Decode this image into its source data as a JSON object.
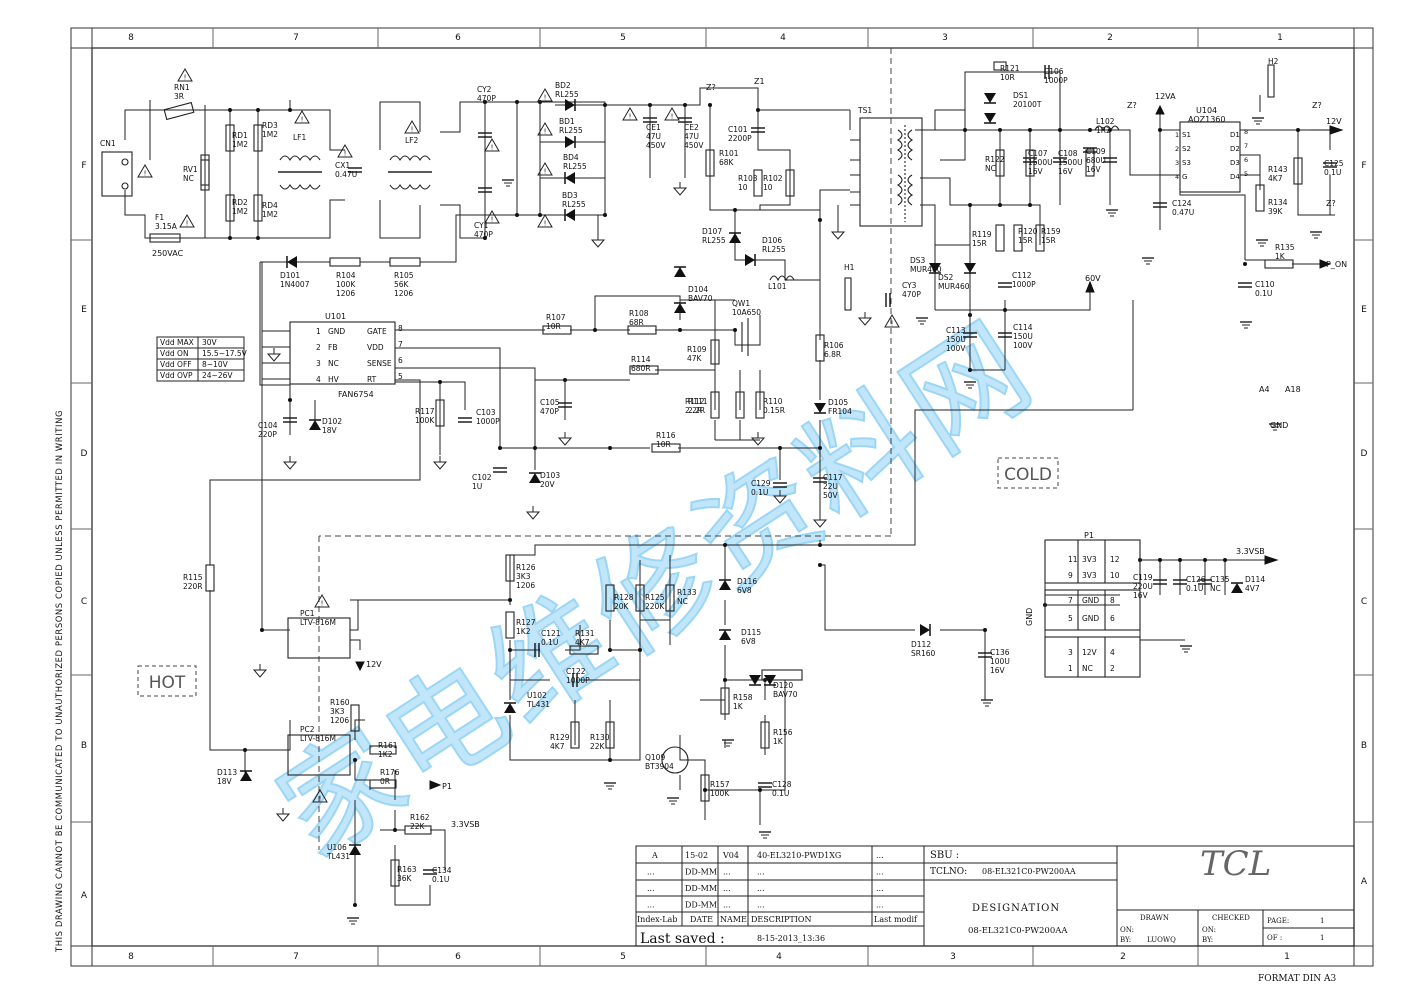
{
  "border": {
    "top_numbers": [
      "8",
      "7",
      "6",
      "5",
      "4",
      "3",
      "2",
      "1"
    ],
    "bottom_numbers": [
      "8",
      "7",
      "6",
      "5",
      "4",
      "3",
      "2",
      "1"
    ],
    "side_letters": [
      "F",
      "E",
      "D",
      "C",
      "B",
      "A"
    ],
    "side_notice": "THIS DRAWING CANNOT BE COMMUNICATED TO UNAUTHORIZED PERSONS COPIED UNLESS PERMITTED IN WRITING",
    "format": "FORMAT DIN A3"
  },
  "regions": {
    "hot": "HOT",
    "cold": "COLD"
  },
  "vdd_table": [
    {
      "param": "Vdd MAX",
      "value": "30V"
    },
    {
      "param": "Vdd ON",
      "value": "15.5~17.5V"
    },
    {
      "param": "Vdd OFF",
      "value": "8~10V"
    },
    {
      "param": "Vdd OVP",
      "value": "24~26V"
    }
  ],
  "ic_u101": {
    "ref": "U101",
    "part": "FAN6754",
    "pins": [
      {
        "n": "1",
        "name": "GND"
      },
      {
        "n": "2",
        "name": "FB"
      },
      {
        "n": "3",
        "name": "NC"
      },
      {
        "n": "4",
        "name": "HV"
      },
      {
        "n": "8",
        "name": "GATE"
      },
      {
        "n": "7",
        "name": "VDD"
      },
      {
        "n": "6",
        "name": "SENSE"
      },
      {
        "n": "5",
        "name": "RT"
      }
    ]
  },
  "ic_u104": {
    "ref": "U104",
    "part": "AOZ1360",
    "pins": [
      {
        "n": "1",
        "name": "S1"
      },
      {
        "n": "2",
        "name": "S2"
      },
      {
        "n": "3",
        "name": "S3"
      },
      {
        "n": "4",
        "name": "G"
      },
      {
        "n": "8",
        "name": "D1"
      },
      {
        "n": "7",
        "name": "D2"
      },
      {
        "n": "6",
        "name": "D3"
      },
      {
        "n": "5",
        "name": "D4"
      }
    ]
  },
  "connector_p1": {
    "ref": "P1",
    "rows": [
      {
        "l": "11",
        "m": "3V3",
        "r": "12"
      },
      {
        "l": "9",
        "m": "3V3",
        "r": "10"
      },
      {
        "l": "7",
        "m": "GND",
        "r": "8"
      },
      {
        "l": "5",
        "m": "GND",
        "r": "6"
      },
      {
        "l": "3",
        "m": "12V",
        "r": "4"
      },
      {
        "l": "1",
        "m": "NC",
        "r": "2"
      }
    ]
  },
  "components": [
    {
      "ref": "CN1",
      "value": ""
    },
    {
      "ref": "RN1",
      "value": "3R"
    },
    {
      "ref": "RV1",
      "value": "NC"
    },
    {
      "ref": "F1",
      "value": "3.15A"
    },
    {
      "ref": "RD1",
      "value": "1M2"
    },
    {
      "ref": "RD2",
      "value": "1M2"
    },
    {
      "ref": "RD3",
      "value": "1M2"
    },
    {
      "ref": "RD4",
      "value": "1M2"
    },
    {
      "ref": "LF1",
      "value": ""
    },
    {
      "ref": "CX1",
      "value": "0.47U"
    },
    {
      "ref": "LF2",
      "value": ""
    },
    {
      "ref": "CY2",
      "value": "470P"
    },
    {
      "ref": "CY1",
      "value": "470P"
    },
    {
      "ref": "BD2",
      "value": "RL255"
    },
    {
      "ref": "BD1",
      "value": "RL255"
    },
    {
      "ref": "BD4",
      "value": "RL255"
    },
    {
      "ref": "BD3",
      "value": "RL255"
    },
    {
      "ref": "CE1",
      "value": "47U 450V"
    },
    {
      "ref": "CE2",
      "value": "47U 450V"
    },
    {
      "ref": "C101",
      "value": "2200P"
    },
    {
      "ref": "R101",
      "value": "68K"
    },
    {
      "ref": "R103",
      "value": "10"
    },
    {
      "ref": "R102",
      "value": "10"
    },
    {
      "ref": "D107",
      "value": "RL255"
    },
    {
      "ref": "D106",
      "value": "RL255"
    },
    {
      "ref": "TS1",
      "value": ""
    },
    {
      "ref": "D101",
      "value": "1N4007"
    },
    {
      "ref": "R104",
      "value": "100K 1206"
    },
    {
      "ref": "R105",
      "value": "56K 1206"
    },
    {
      "ref": "R107",
      "value": "10R"
    },
    {
      "ref": "R108",
      "value": "68R"
    },
    {
      "ref": "D104",
      "value": "BAV70"
    },
    {
      "ref": "L101",
      "value": ""
    },
    {
      "ref": "QW1",
      "value": "10A650"
    },
    {
      "ref": "R109",
      "value": "47K"
    },
    {
      "ref": "R114",
      "value": "680R"
    },
    {
      "ref": "R106",
      "value": "6.8R"
    },
    {
      "ref": "C104",
      "value": "220P"
    },
    {
      "ref": "D102",
      "value": "18V"
    },
    {
      "ref": "R117",
      "value": "100K"
    },
    {
      "ref": "C103",
      "value": "1000P"
    },
    {
      "ref": "C105",
      "value": "470P"
    },
    {
      "ref": "R112",
      "value": "2.2R"
    },
    {
      "ref": "R111",
      "value": "2.2R"
    },
    {
      "ref": "R110",
      "value": "0.15R"
    },
    {
      "ref": "D105",
      "value": "FR104"
    },
    {
      "ref": "R116",
      "value": "10R"
    },
    {
      "ref": "C102",
      "value": "1U"
    },
    {
      "ref": "D103",
      "value": "20V"
    },
    {
      "ref": "C129",
      "value": "0.1U"
    },
    {
      "ref": "C117",
      "value": "22U 50V"
    },
    {
      "ref": "DS1",
      "value": "20100T"
    },
    {
      "ref": "R121",
      "value": "10R"
    },
    {
      "ref": "C106",
      "value": "1000P"
    },
    {
      "ref": "R122",
      "value": "NC"
    },
    {
      "ref": "C107",
      "value": "1500U 16V"
    },
    {
      "ref": "C108",
      "value": "1500U 16V"
    },
    {
      "ref": "L102",
      "value": "1R2"
    },
    {
      "ref": "C109",
      "value": "680U 16V"
    },
    {
      "ref": "R119",
      "value": "15R"
    },
    {
      "ref": "R120",
      "value": "15R"
    },
    {
      "ref": "R159",
      "value": "15R"
    },
    {
      "ref": "DS3",
      "value": "MUR460"
    },
    {
      "ref": "DS2",
      "value": "MUR460"
    },
    {
      "ref": "C112",
      "value": "1000P"
    },
    {
      "ref": "C113",
      "value": "150U 100V"
    },
    {
      "ref": "C114",
      "value": "150U 100V"
    },
    {
      "ref": "H1",
      "value": ""
    },
    {
      "ref": "CY3",
      "value": "470P"
    },
    {
      "ref": "H2",
      "value": ""
    },
    {
      "ref": "C124",
      "value": "0.47U"
    },
    {
      "ref": "R143",
      "value": "4K7"
    },
    {
      "ref": "C125",
      "value": "0.1U"
    },
    {
      "ref": "R134",
      "value": "39K"
    },
    {
      "ref": "R135",
      "value": "1K"
    },
    {
      "ref": "C110",
      "value": "0.1U"
    },
    {
      "ref": "R115",
      "value": "220R"
    },
    {
      "ref": "PC1",
      "value": "LTV-816M"
    },
    {
      "ref": "PC2",
      "value": "LTV-816M"
    },
    {
      "ref": "R126",
      "value": "3K3 1206"
    },
    {
      "ref": "R127",
      "value": "1K2"
    },
    {
      "ref": "C121",
      "value": "0.1U"
    },
    {
      "ref": "R131",
      "value": "4K7"
    },
    {
      "ref": "R128",
      "value": "20K"
    },
    {
      "ref": "R125",
      "value": "220K"
    },
    {
      "ref": "R133",
      "value": "NC"
    },
    {
      "ref": "C122",
      "value": "1000P"
    },
    {
      "ref": "U102",
      "value": "TL431"
    },
    {
      "ref": "R129",
      "value": "4K7"
    },
    {
      "ref": "R130",
      "value": "22K"
    },
    {
      "ref": "D116",
      "value": "6V8"
    },
    {
      "ref": "D115",
      "value": "6V8"
    },
    {
      "ref": "D120",
      "value": "BAV70"
    },
    {
      "ref": "R158",
      "value": "1K"
    },
    {
      "ref": "R156",
      "value": "1K"
    },
    {
      "ref": "Q109",
      "value": "BT3904"
    },
    {
      "ref": "R157",
      "value": "100K"
    },
    {
      "ref": "C128",
      "value": "0.1U"
    },
    {
      "ref": "D112",
      "value": "SR160"
    },
    {
      "ref": "C136",
      "value": "100U 16V"
    },
    {
      "ref": "C119",
      "value": "220U 16V"
    },
    {
      "ref": "C126",
      "value": "0.1U"
    },
    {
      "ref": "C135",
      "value": "NC"
    },
    {
      "ref": "D114",
      "value": "4V7"
    },
    {
      "ref": "R160",
      "value": "3K3 1206"
    },
    {
      "ref": "D113",
      "value": "18V"
    },
    {
      "ref": "R161",
      "value": "1K2"
    },
    {
      "ref": "R176",
      "value": "0R"
    },
    {
      "ref": "R162",
      "value": "22K"
    },
    {
      "ref": "U106",
      "value": "TL431"
    },
    {
      "ref": "R163",
      "value": "36K"
    },
    {
      "ref": "C134",
      "value": "0.1U"
    }
  ],
  "nets": {
    "v12": "12V",
    "v12va": "12VA",
    "v60": "60V",
    "v33": "3.3VSB",
    "pon": "P_ON",
    "p1": "P1",
    "agnd": "AGND",
    "gnd": "GND",
    "vac": "250VAC",
    "zq": "Z?",
    "z1": "Z1",
    "a4": "A4",
    "a18": "A18"
  },
  "title_block": {
    "rows": [
      {
        "index": "A",
        "date": "15-02",
        "name": "V04",
        "desc": "40-EL3210-PWD1XG",
        "mod": "..."
      },
      {
        "index": "...",
        "date": "DD-MM",
        "name": "...",
        "desc": "...",
        "mod": "..."
      },
      {
        "index": "...",
        "date": "DD-MM",
        "name": "...",
        "desc": "...",
        "mod": "..."
      },
      {
        "index": "...",
        "date": "DD-MM",
        "name": "...",
        "desc": "...",
        "mod": "..."
      }
    ],
    "headers": {
      "index": "Index-Lab",
      "date": "DATE",
      "name": "NAME",
      "desc": "DESCRIPTION",
      "mod": "Last modif"
    },
    "last_saved_label": "Last saved :",
    "last_saved_value": "8-15-2013_13:36",
    "sbu_label": "SBU :",
    "tclno_label": "TCLNO:",
    "tclno_value": "08-EL321C0-PW200AA",
    "designation_label": "DESIGNATION",
    "designation_value": "08-EL321C0-PW200AA",
    "logo": "TCL",
    "drawn_label": "DRAWN",
    "checked_label": "CHECKED",
    "on_label": "ON:",
    "by_label": "BY:",
    "drawn_by": "LUOWQ",
    "page_label": "PAGE:",
    "page_value": "1",
    "of_label": "OF :",
    "of_value": "1"
  },
  "watermark": "家电维修资料网"
}
